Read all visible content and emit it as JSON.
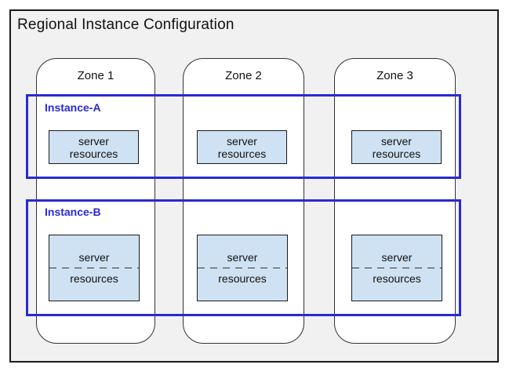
{
  "title": "Regional Instance Configuration",
  "zones": [
    {
      "label": "Zone 1"
    },
    {
      "label": "Zone 2"
    },
    {
      "label": "Zone 3"
    }
  ],
  "instances": [
    {
      "label": "Instance-A",
      "server_box": {
        "line1": "server",
        "line2": "resources",
        "divider": "none"
      }
    },
    {
      "label": "Instance-B",
      "server_box": {
        "line1": "server",
        "line2": "resources",
        "divider": "dashed"
      }
    }
  ],
  "colors": {
    "region_fill": "#f1f1f1",
    "region_border": "#1a1a1a",
    "zone_fill": "#ffffff",
    "zone_border": "#333333",
    "instance_border": "#2929d6",
    "instance_label": "#2929d6",
    "server_box_fill": "#cfe2f3",
    "server_box_border": "#1a1a1a",
    "divider_color": "#333333",
    "text_color": "#111111"
  }
}
